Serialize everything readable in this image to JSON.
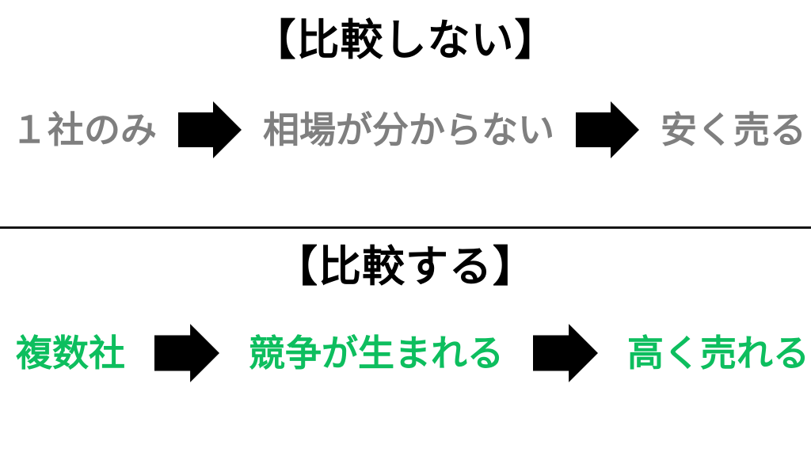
{
  "colors": {
    "title": "#000000",
    "arrow": "#000000",
    "divider": "#151515",
    "no_compare_text": "#7f7f7f",
    "compare_text": "#0dbe5e"
  },
  "icons": {
    "arrow": "block-arrow-right"
  },
  "sections": [
    {
      "id": "no-compare",
      "title": "【比較しない】",
      "text_color": "#7f7f7f",
      "steps": [
        "１社のみ",
        "相場が分からない",
        "安く売る"
      ]
    },
    {
      "id": "compare",
      "title": "【比較する】",
      "text_color": "#0dbe5e",
      "steps": [
        "複数社",
        "競争が生まれる",
        "高く売れる"
      ]
    }
  ]
}
